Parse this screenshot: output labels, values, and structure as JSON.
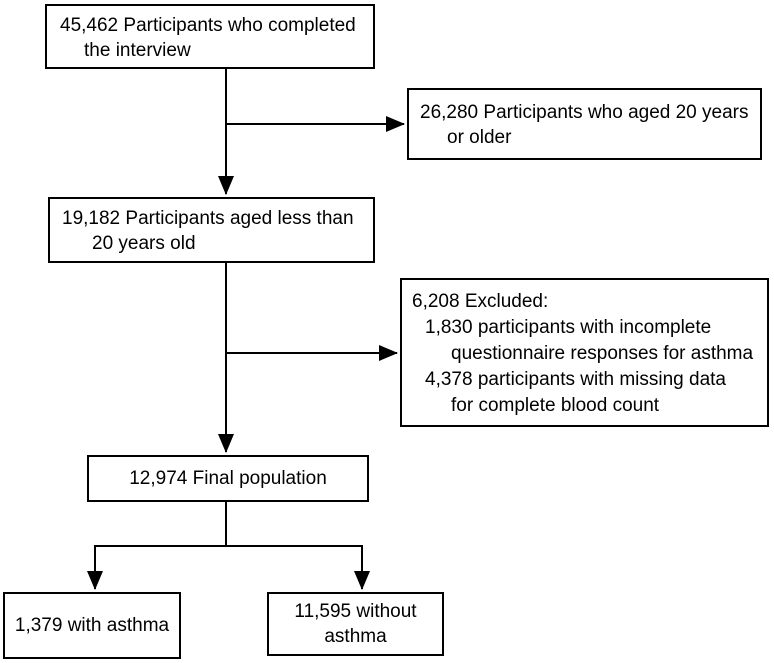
{
  "figure": {
    "type": "participant-flow-diagram",
    "colors": {
      "page_background": "#ffffff",
      "box_fill": "#ffffff",
      "box_border": "#000000",
      "text": "#000000",
      "line": "#000000"
    },
    "boxes": {
      "completed_interview": {
        "count": "45,462",
        "lines": [
          "45,462 Participants who completed",
          "the interview"
        ]
      },
      "aged_20_or_older": {
        "count": "26,280",
        "lines": [
          "26,280 Participants who aged 20 years",
          "or older"
        ]
      },
      "aged_under_20": {
        "count": "19,182",
        "lines": [
          "19,182 Participants aged less than",
          "20 years old"
        ]
      },
      "excluded": {
        "count": "6,208",
        "lines": [
          "6,208 Excluded:",
          "1,830 participants with incomplete",
          "questionnaire responses for asthma",
          "4,378 participants with missing data",
          "for complete blood count"
        ]
      },
      "final_population": {
        "count": "12,974",
        "lines": [
          "12,974 Final population"
        ]
      },
      "with_asthma": {
        "count": "1,379",
        "lines": [
          "1,379 with asthma"
        ]
      },
      "without_asthma": {
        "count": "11,595",
        "lines": [
          "11,595 without",
          "asthma"
        ]
      }
    }
  }
}
